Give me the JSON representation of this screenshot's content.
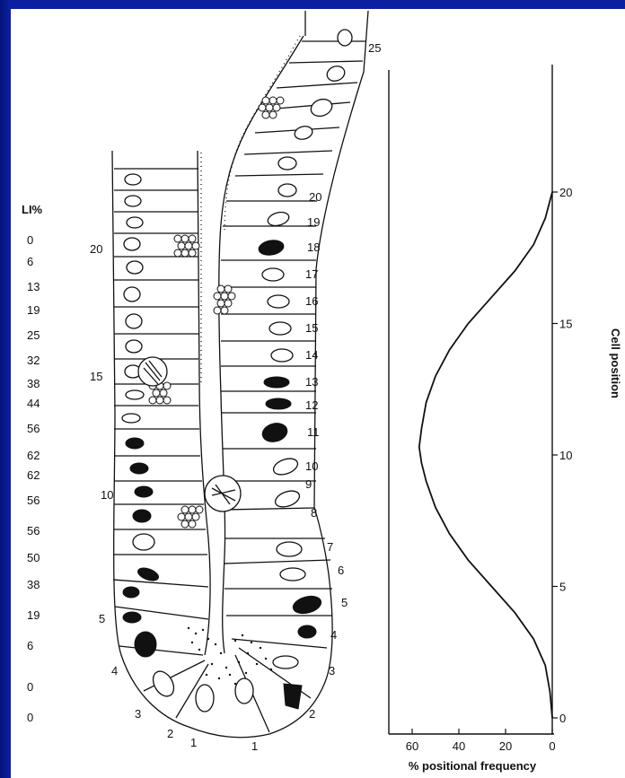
{
  "li_header": "LI%",
  "li_values": [
    "0",
    "6",
    "13",
    "19",
    "25",
    "32",
    "38",
    "44",
    "56",
    "62",
    "62",
    "56",
    "56",
    "50",
    "38",
    "19",
    "6",
    "0",
    "0"
  ],
  "left_positions": [
    "20",
    "15",
    "10",
    "5",
    "4",
    "3",
    "2",
    "1"
  ],
  "right_positions": [
    "25",
    "20",
    "19",
    "18",
    "17",
    "16",
    "15",
    "14",
    "13",
    "12",
    "11",
    "10",
    "9",
    "8",
    "7",
    "6",
    "5",
    "4",
    "3",
    "2",
    "1"
  ],
  "chart_data": {
    "type": "line",
    "xlabel": "% positional frequency",
    "ylabel": "Cell position",
    "x_ticks": [
      "60",
      "40",
      "20",
      "0"
    ],
    "y_ticks": [
      "0",
      "5",
      "10",
      "15",
      "20"
    ],
    "xlim": [
      70,
      0
    ],
    "ylim": [
      0,
      25
    ],
    "series": [
      {
        "x": [
          0,
          1,
          3,
          8,
          16,
          26,
          36,
          44,
          50,
          54,
          56,
          57,
          56,
          54,
          50,
          44,
          36,
          26,
          16,
          8,
          3,
          0
        ],
        "y": [
          0,
          1,
          2,
          3,
          4,
          5,
          6,
          7,
          8,
          9,
          9.7,
          10.3,
          11,
          12,
          13,
          14,
          15,
          16,
          17,
          18,
          19,
          20
        ]
      }
    ]
  }
}
